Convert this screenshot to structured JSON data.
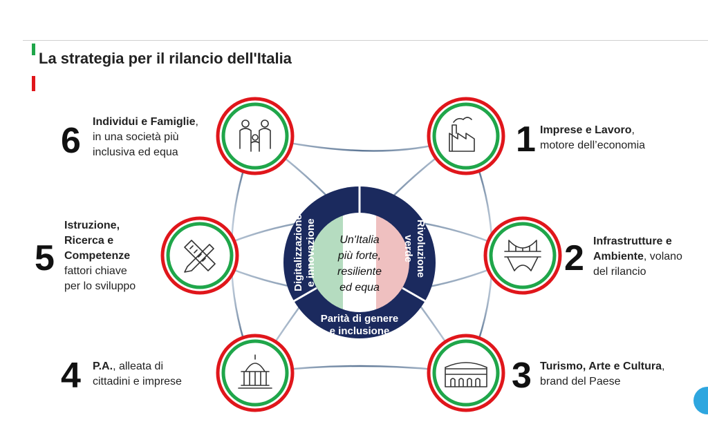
{
  "title": "La strategia per il rilancio dell'Italia",
  "center": {
    "line1": "Un'Italia",
    "line2": "più forte,",
    "line3": "resiliente",
    "line4": "ed equa"
  },
  "ring": {
    "digital1": "Digitalizzazione",
    "digital2": "e innovazione",
    "green1": "Rivoluzione",
    "green2": "verde",
    "parity1": "Parità di genere",
    "parity2": "e inclusione"
  },
  "missions": [
    {
      "num": "1",
      "bold": "Imprese e Lavoro",
      "rest1": ",",
      "rest2": "motore dell’economia",
      "icon": "factory-icon"
    },
    {
      "num": "2",
      "bold": "Infrastrutture e",
      "bold2": "Ambiente",
      "rest1": ", volano",
      "rest2": "del rilancio",
      "icon": "bridge-icon"
    },
    {
      "num": "3",
      "bold": "Turismo, Arte e Cultura",
      "rest1": ",",
      "rest2": "brand del Paese",
      "icon": "colosseum-icon"
    },
    {
      "num": "4",
      "bold": "P.A.",
      "rest1": ", alleata di",
      "rest2": "cittadini e imprese",
      "icon": "government-building-icon"
    },
    {
      "num": "5",
      "bold": "Istruzione,",
      "bold2": "Ricerca e",
      "bold3": "Competenze",
      "rest1": "fattori chiave",
      "rest2": "per lo sviluppo",
      "icon": "ruler-pencil-icon"
    },
    {
      "num": "6",
      "bold": "Individui e Famiglie",
      "rest1": ",",
      "rest2": "in una società più",
      "rest3": "inclusiva ed equa",
      "icon": "family-icon"
    }
  ],
  "colors": {
    "navy": "#1b2a5e",
    "green": "#1fa64a",
    "red": "#e0161b",
    "line": "#8a9db5"
  }
}
